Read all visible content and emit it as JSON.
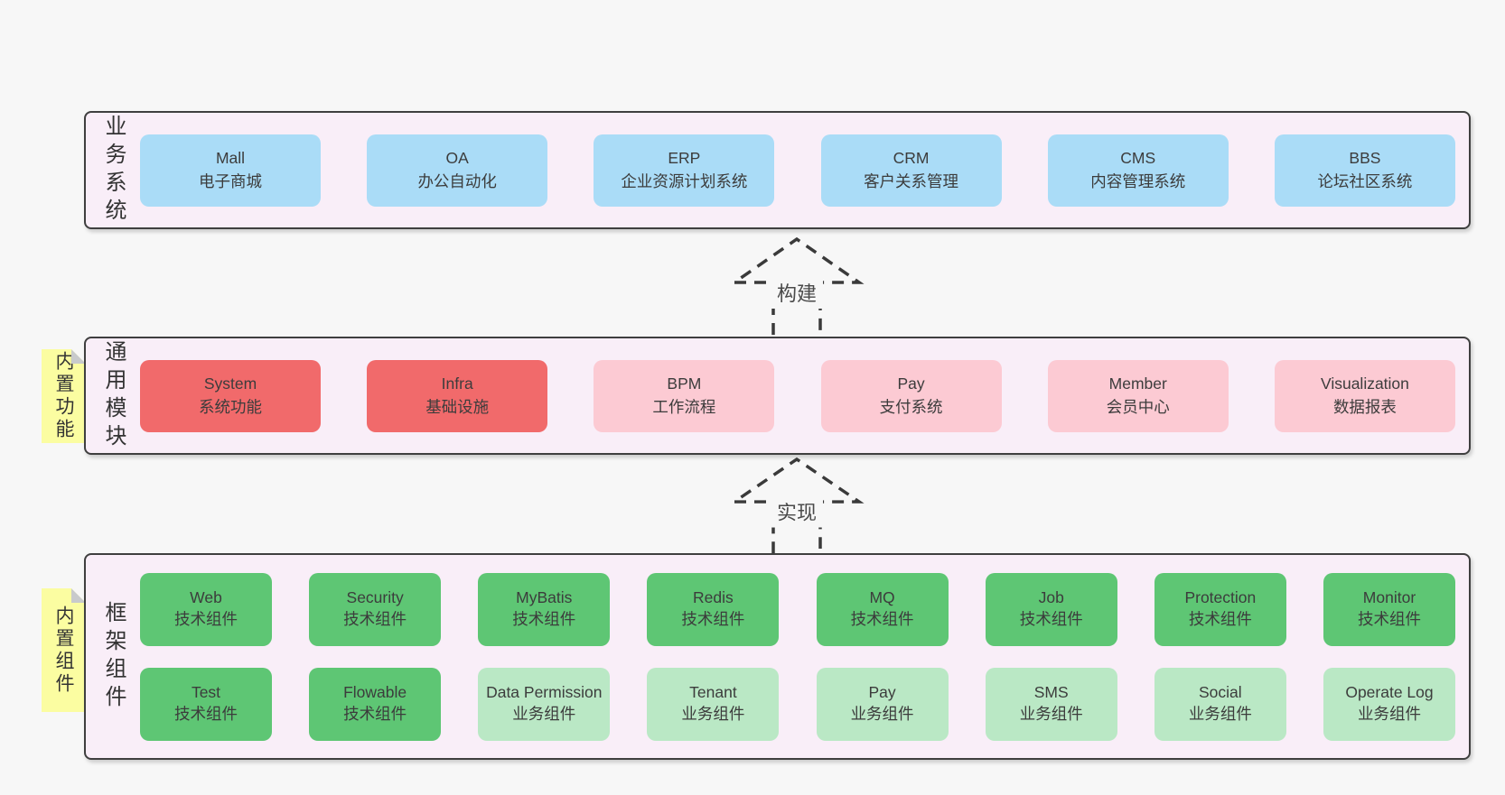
{
  "colors": {
    "page_background": "#f7f7f7",
    "layer_background": "#f9eef8",
    "layer_border": "#3f3f3f",
    "business_box_blue": "#aadcf7",
    "core_module_red": "#f16a6b",
    "module_pink": "#fccad3",
    "tech_component_green": "#5ec674",
    "biz_component_lightgreen": "#bae8c5",
    "sticky_note_yellow": "#fbfda1",
    "sticky_fold_gray": "#c8cacc",
    "text": "#3a3a3a"
  },
  "arrows": {
    "build": "构建",
    "implement": "实现"
  },
  "layers": {
    "business": {
      "label": "业务系统",
      "boxes": [
        {
          "en": "Mall",
          "zh": "电子商城"
        },
        {
          "en": "OA",
          "zh": "办公自动化"
        },
        {
          "en": "ERP",
          "zh": "企业资源计划系统"
        },
        {
          "en": "CRM",
          "zh": "客户关系管理"
        },
        {
          "en": "CMS",
          "zh": "内容管理系统"
        },
        {
          "en": "BBS",
          "zh": "论坛社区系统"
        }
      ]
    },
    "modules": {
      "label": "通用模块",
      "sticky": "内置功能",
      "boxes": [
        {
          "en": "System",
          "zh": "系统功能",
          "variant": "red"
        },
        {
          "en": "Infra",
          "zh": "基础设施",
          "variant": "red"
        },
        {
          "en": "BPM",
          "zh": "工作流程",
          "variant": "pink"
        },
        {
          "en": "Pay",
          "zh": "支付系统",
          "variant": "pink"
        },
        {
          "en": "Member",
          "zh": "会员中心",
          "variant": "pink"
        },
        {
          "en": "Visualization",
          "zh": "数据报表",
          "variant": "pink"
        }
      ]
    },
    "framework": {
      "label": "框架组件",
      "sticky": "内置组件",
      "row1": [
        {
          "en": "Web",
          "zh": "技术组件",
          "variant": "green"
        },
        {
          "en": "Security",
          "zh": "技术组件",
          "variant": "green"
        },
        {
          "en": "MyBatis",
          "zh": "技术组件",
          "variant": "green"
        },
        {
          "en": "Redis",
          "zh": "技术组件",
          "variant": "green"
        },
        {
          "en": "MQ",
          "zh": "技术组件",
          "variant": "green"
        },
        {
          "en": "Job",
          "zh": "技术组件",
          "variant": "green"
        },
        {
          "en": "Protection",
          "zh": "技术组件",
          "variant": "green"
        },
        {
          "en": "Monitor",
          "zh": "技术组件",
          "variant": "green"
        }
      ],
      "row2": [
        {
          "en": "Test",
          "zh": "技术组件",
          "variant": "green"
        },
        {
          "en": "Flowable",
          "zh": "技术组件",
          "variant": "green"
        },
        {
          "en": "Data Permission",
          "zh": "业务组件",
          "variant": "lightgreen"
        },
        {
          "en": "Tenant",
          "zh": "业务组件",
          "variant": "lightgreen"
        },
        {
          "en": "Pay",
          "zh": "业务组件",
          "variant": "lightgreen"
        },
        {
          "en": "SMS",
          "zh": "业务组件",
          "variant": "lightgreen"
        },
        {
          "en": "Social",
          "zh": "业务组件",
          "variant": "lightgreen"
        },
        {
          "en": "Operate Log",
          "zh": "业务组件",
          "variant": "lightgreen"
        }
      ]
    }
  }
}
